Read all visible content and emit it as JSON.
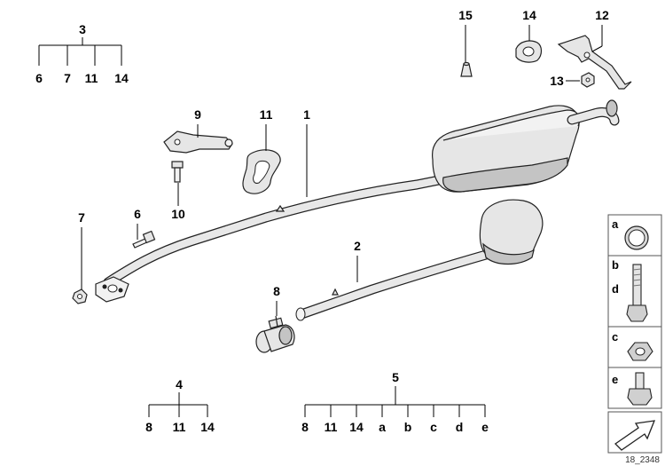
{
  "callouts": {
    "n1": "1",
    "n2": "2",
    "n3": "3",
    "n4": "4",
    "n5": "5",
    "n6": "6",
    "n7": "7",
    "n8": "8",
    "n9": "9",
    "n10": "10",
    "n11": "11",
    "n12": "12",
    "n13": "13",
    "n14": "14",
    "n15": "15"
  },
  "group_3": {
    "label": "3",
    "children": [
      "6",
      "7",
      "11",
      "14"
    ]
  },
  "group_4": {
    "label": "4",
    "children": [
      "8",
      "11",
      "14"
    ]
  },
  "group_5": {
    "label": "5",
    "children": [
      "8",
      "11",
      "14",
      "a",
      "b",
      "c",
      "d",
      "e"
    ]
  },
  "legend": {
    "a": "a",
    "b": "b",
    "d": "d",
    "c": "c",
    "e": "e"
  },
  "figure_id": "18_2348",
  "icons": [
    "gasket-ring-icon",
    "bolt-icon",
    "nut-icon",
    "short-bolt-icon",
    "arrow-icon"
  ]
}
